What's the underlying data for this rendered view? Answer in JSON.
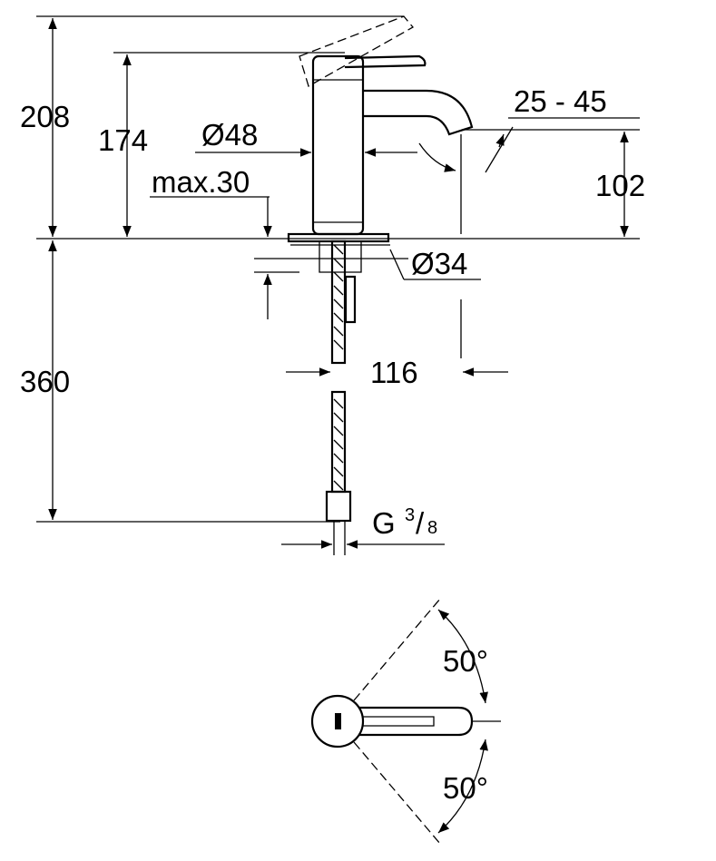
{
  "dimensions": {
    "total_height": "208",
    "body_height": "174",
    "body_diameter": "Ø48",
    "max_deck_thickness": "max.30",
    "spout_angle": "25 - 45",
    "spout_height": "102",
    "hole_diameter": "Ø34",
    "hose_length": "360",
    "spout_reach": "116",
    "thread_g": "G",
    "thread_num": "3",
    "thread_den": "8",
    "lever_angle_top": "50°",
    "lever_angle_bottom": "50°"
  }
}
